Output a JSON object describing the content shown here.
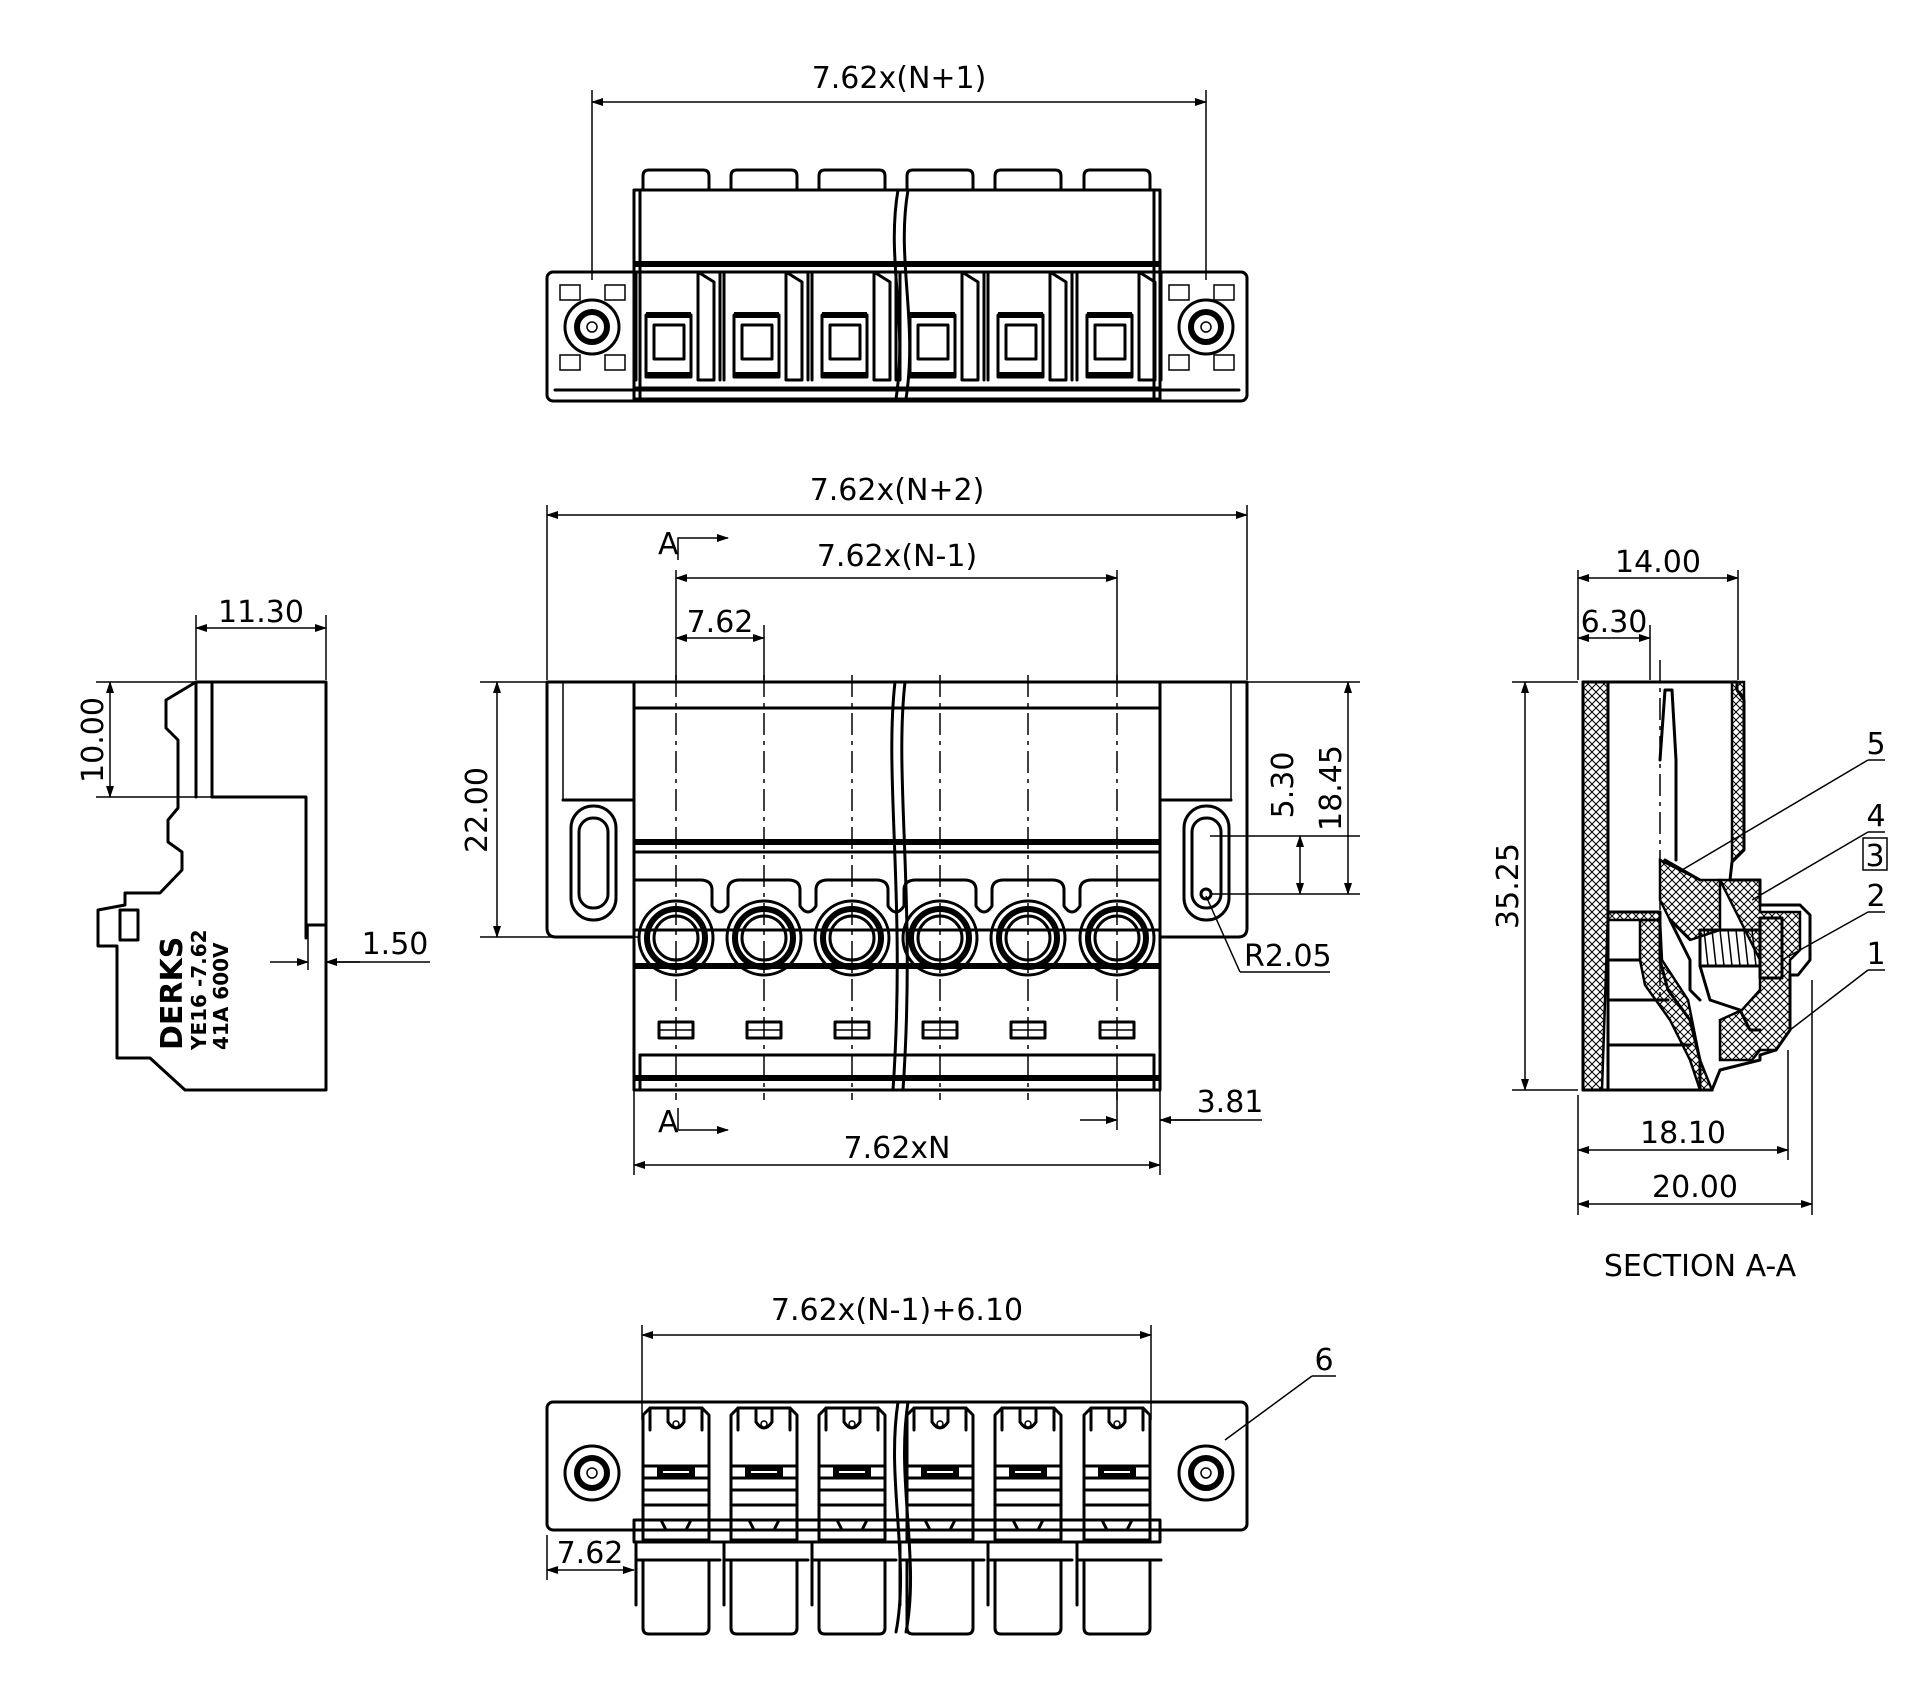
{
  "top_view": {
    "width_dim": "7.62x(N+1)"
  },
  "front_view": {
    "overall_dim": "7.62x(N+2)",
    "pitch_span_dim": "7.62x(N-1)",
    "pitch_dim": "7.62",
    "height_dim": "22.00",
    "hole_offset_dim": "5.30",
    "flange_height_dim": "18.45",
    "radius_dim": "R2.05",
    "edge_dim": "3.81",
    "body_width_dim": "7.62xN",
    "section_mark_top": "A",
    "section_mark_bottom": "A"
  },
  "side_view": {
    "depth_dim": "11.30",
    "top_height_dim": "10.00",
    "step_dim": "1.50",
    "marking": {
      "brand": "DERKS",
      "model": "YE16 -7.62",
      "rating": "41A 600V"
    }
  },
  "section_view": {
    "width_dim": "14.00",
    "offset_dim": "6.30",
    "height_dim": "35.25",
    "base_dim": "18.10",
    "overall_dim": "20.00",
    "title": "SECTION A-A",
    "callouts": [
      "5",
      "4",
      "3",
      "2",
      "1"
    ]
  },
  "bottom_view": {
    "span_dim": "7.62x(N-1)+6.10",
    "pitch_dim": "7.62",
    "callout": "6"
  }
}
